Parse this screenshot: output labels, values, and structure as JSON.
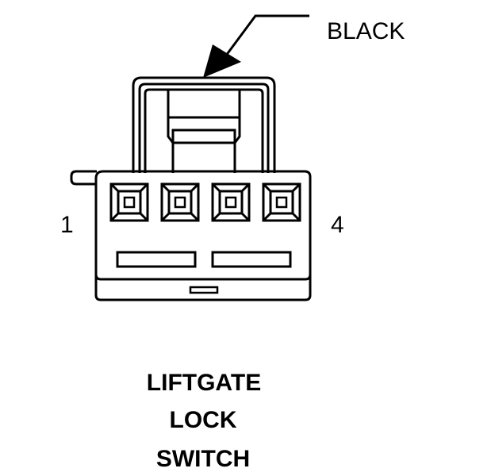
{
  "callout": {
    "color_label": "BLACK"
  },
  "pins": {
    "first": "1",
    "last": "4"
  },
  "title": {
    "line1": "LIFTGATE",
    "line2": "LOCK",
    "line3": "SWITCH"
  },
  "colors": {
    "ink": "#000000",
    "paper": "#ffffff"
  }
}
